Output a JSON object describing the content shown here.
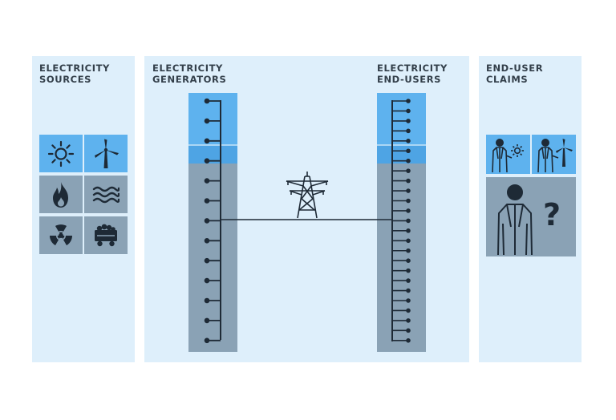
{
  "sources_panel": {
    "title": "ELECTRICITY\nSOURCES",
    "tiles": [
      {
        "icon": "sun-icon",
        "color": "#5eb2ee"
      },
      {
        "icon": "wind-turbine-icon",
        "color": "#5eb2ee"
      },
      {
        "icon": "flame-icon",
        "color": "#8aa2b5"
      },
      {
        "icon": "waves-icon",
        "color": "#8aa2b5"
      },
      {
        "icon": "radiation-icon",
        "color": "#8aa2b5"
      },
      {
        "icon": "coal-cart-icon",
        "color": "#8aa2b5"
      }
    ]
  },
  "network_panel": {
    "generators_title": "ELECTRICITY\nGENERATORS",
    "endusers_title": "ELECTRICITY\nEND-USERS",
    "pylon_icon": "transmission-tower-icon"
  },
  "claims_panel": {
    "title": "END-USER\nCLAIMS",
    "claims": [
      {
        "icon": "person-with-sun-icon",
        "color": "#5eb2ee"
      },
      {
        "icon": "person-with-wind-icon",
        "color": "#5eb2ee"
      },
      {
        "icon": "person-unknown-icon",
        "color": "#8aa2b5",
        "mark": "?"
      }
    ]
  },
  "colors": {
    "panel_bg": "#deeffb",
    "renewable": "#5eb2ee",
    "renewable_dark": "#4ea4e4",
    "conventional": "#8aa2b5",
    "ink": "#1e2a36"
  }
}
